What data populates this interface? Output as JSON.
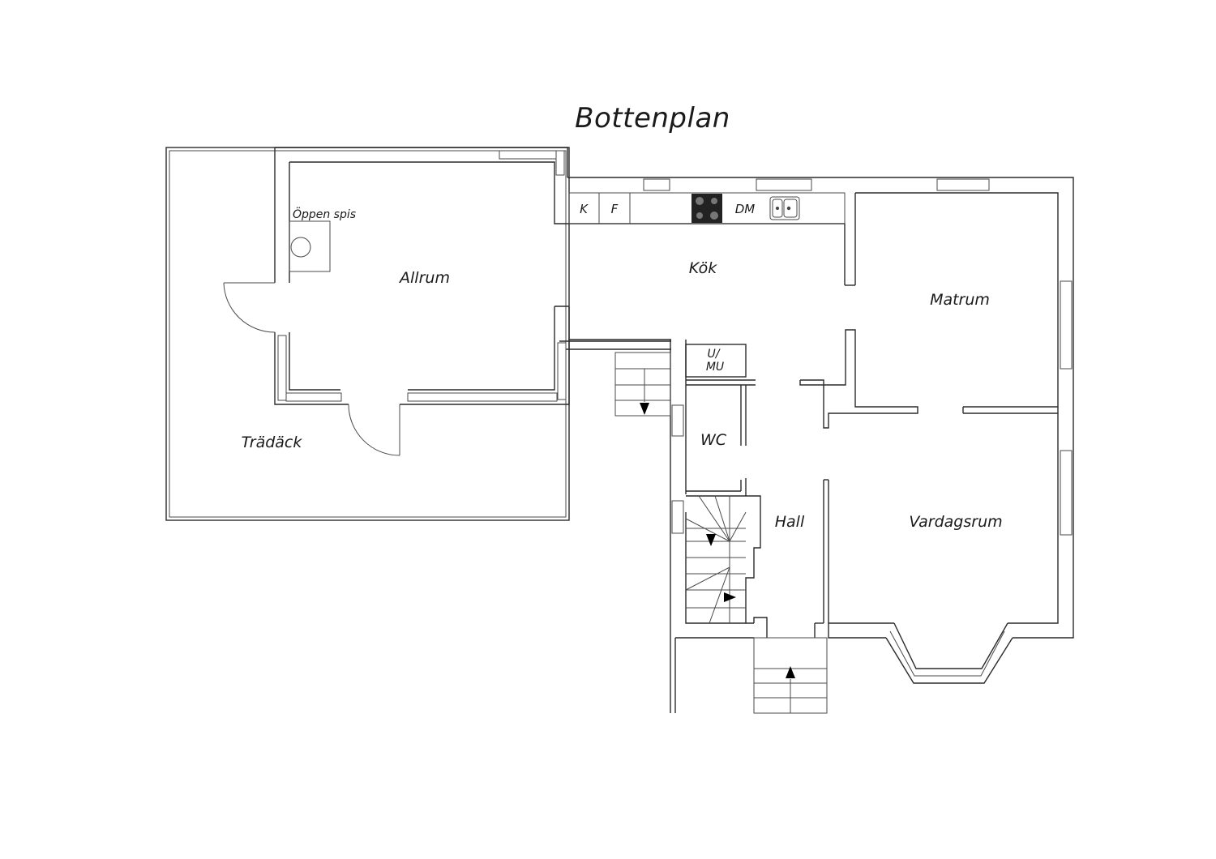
{
  "title": "Bottenplan",
  "rooms": {
    "allrum": "Allrum",
    "kok": "Kök",
    "matrum": "Matrum",
    "tradack": "Trädäck",
    "wc": "WC",
    "hall": "Hall",
    "vardagsrum": "Vardagsrum"
  },
  "fixtures": {
    "fireplace": "Öppen spis",
    "fridge": "K",
    "freezer": "F",
    "dishwasher": "DM",
    "laundry_line1": "U/",
    "laundry_line2": "MU"
  }
}
